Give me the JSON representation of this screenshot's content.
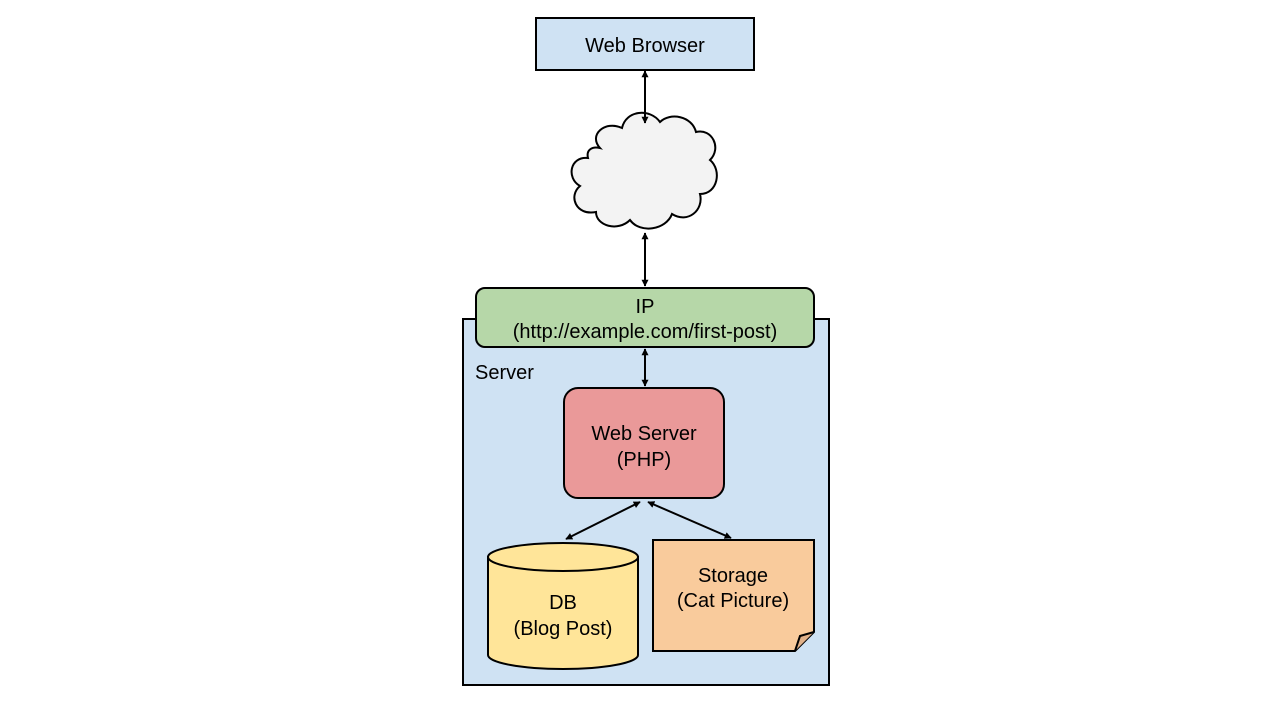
{
  "nodes": {
    "browser": {
      "label": "Web Browser"
    },
    "internet": {
      "icon": "cloud-icon"
    },
    "ip": {
      "line1": "IP",
      "line2": "(http://example.com/first-post)"
    },
    "server": {
      "label": "Server"
    },
    "web_server": {
      "line1": "Web Server",
      "line2": "(PHP)"
    },
    "db": {
      "line1": "DB",
      "line2": "(Blog Post)"
    },
    "storage": {
      "line1": "Storage",
      "line2": "(Cat Picture)"
    }
  },
  "colors": {
    "browser_fill": "#cfe2f3",
    "server_fill": "#cfe2f3",
    "ip_fill": "#b6d7a8",
    "web_server_fill": "#ea9999",
    "db_fill": "#ffe599",
    "storage_fill": "#f9cb9c",
    "cloud_fill": "#f3f3f3",
    "stroke": "#000000"
  }
}
